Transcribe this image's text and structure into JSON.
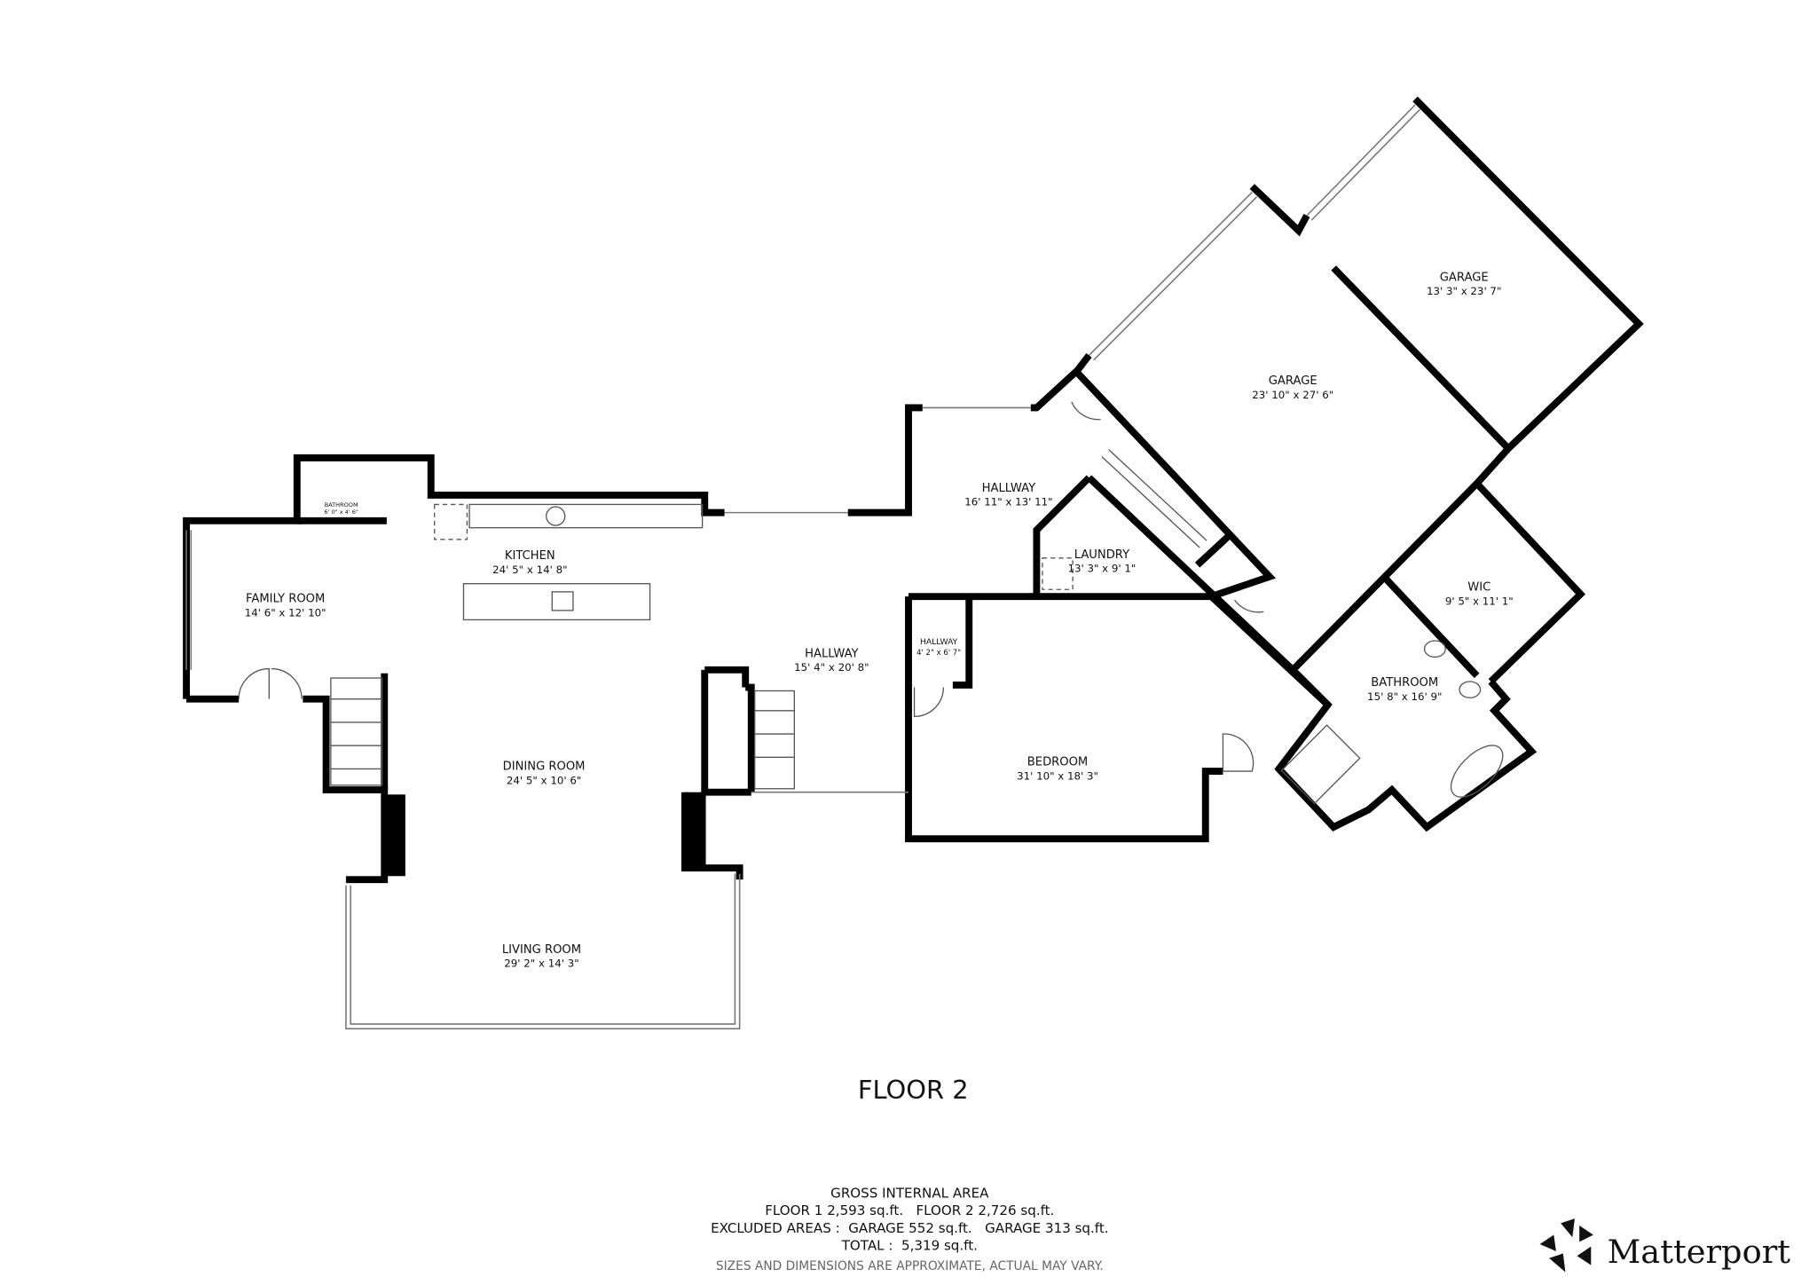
{
  "floor_title": "FLOOR 2",
  "rooms": [
    {
      "name": "FAMILY ROOM",
      "dims": "14' 6\" x 12' 10\""
    },
    {
      "name": "BATHROOM",
      "dims": "6' 0\" x 4' 6\""
    },
    {
      "name": "KITCHEN",
      "dims": "24' 5\" x 14' 8\""
    },
    {
      "name": "DINING ROOM",
      "dims": "24' 5\" x 10' 6\""
    },
    {
      "name": "LIVING ROOM",
      "dims": "29' 2\" x 14' 3\""
    },
    {
      "name": "HALLWAY",
      "dims": "15' 4\" x 20' 8\""
    },
    {
      "name": "HALLWAY",
      "dims": "4' 2\" x 6' 7\""
    },
    {
      "name": "HALLWAY",
      "dims": "16' 11\" x 13' 11\""
    },
    {
      "name": "LAUNDRY",
      "dims": "13' 3\" x 9' 1\""
    },
    {
      "name": "BEDROOM",
      "dims": "31' 10\" x 18' 3\""
    },
    {
      "name": "GARAGE",
      "dims": "23' 10\" x 27' 6\""
    },
    {
      "name": "GARAGE",
      "dims": "13' 3\" x 23' 7\""
    },
    {
      "name": "WIC",
      "dims": "9' 5\" x 11' 1\""
    },
    {
      "name": "BATHROOM",
      "dims": "15' 8\" x 16' 9\""
    }
  ],
  "area_summary": {
    "heading": "GROSS INTERNAL AREA",
    "floors": "FLOOR 1 2,593 sq.ft.   FLOOR 2 2,726 sq.ft.",
    "excluded": "EXCLUDED AREAS :  GARAGE 552 sq.ft.   GARAGE 313 sq.ft.",
    "total": "TOTAL :  5,319 sq.ft.",
    "disclaimer": "SIZES AND DIMENSIONS ARE APPROXIMATE, ACTUAL MAY VARY."
  },
  "logo": {
    "text": "Matterport",
    "icon": "matterport-logo-icon"
  }
}
